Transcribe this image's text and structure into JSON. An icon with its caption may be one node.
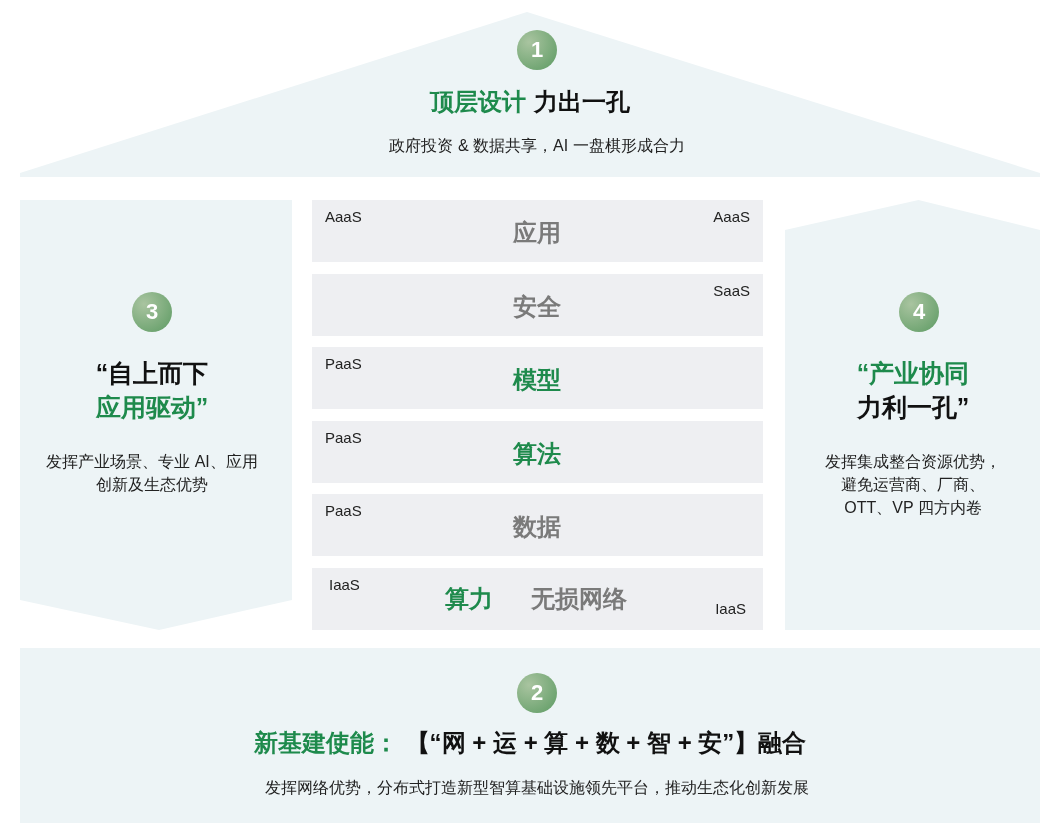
{
  "diagram": {
    "nodes": [
      {
        "text": [
          "1",
          "顶层设计",
          "力出一孔",
          "政府投资 & 数据共享，AI 一盘棋形成合力"
        ]
      },
      {
        "text": [
          "3",
          "“自上而下",
          "应用驱动”",
          "发挥产业场景、专业 AI、应用创新及生态优势"
        ]
      },
      {
        "text": [
          "AaaS",
          "应用",
          "AaaS"
        ]
      },
      {
        "text": [
          "SaaS",
          "安全"
        ]
      },
      {
        "text": [
          "PaaS",
          "模型"
        ]
      },
      {
        "text": [
          "PaaS",
          "算法"
        ]
      },
      {
        "text": [
          "PaaS",
          "数据"
        ]
      },
      {
        "text": [
          "IaaS",
          "算力",
          "无损网络",
          "IaaS"
        ]
      },
      {
        "text": [
          "4",
          "“产业协同",
          "力利一孔”",
          "发挥集成整合资源优势，避免运营商、厂商、OTT、VP 四方内卷"
        ]
      },
      {
        "text": [
          "2",
          "新基建使能：",
          "【“网 + 运 + 算 + 数 + 智 + 安”】融合",
          "发挥网络优势，分布式打造新型智算基础设施领先平台，推动生态化创新发展"
        ]
      }
    ]
  }
}
